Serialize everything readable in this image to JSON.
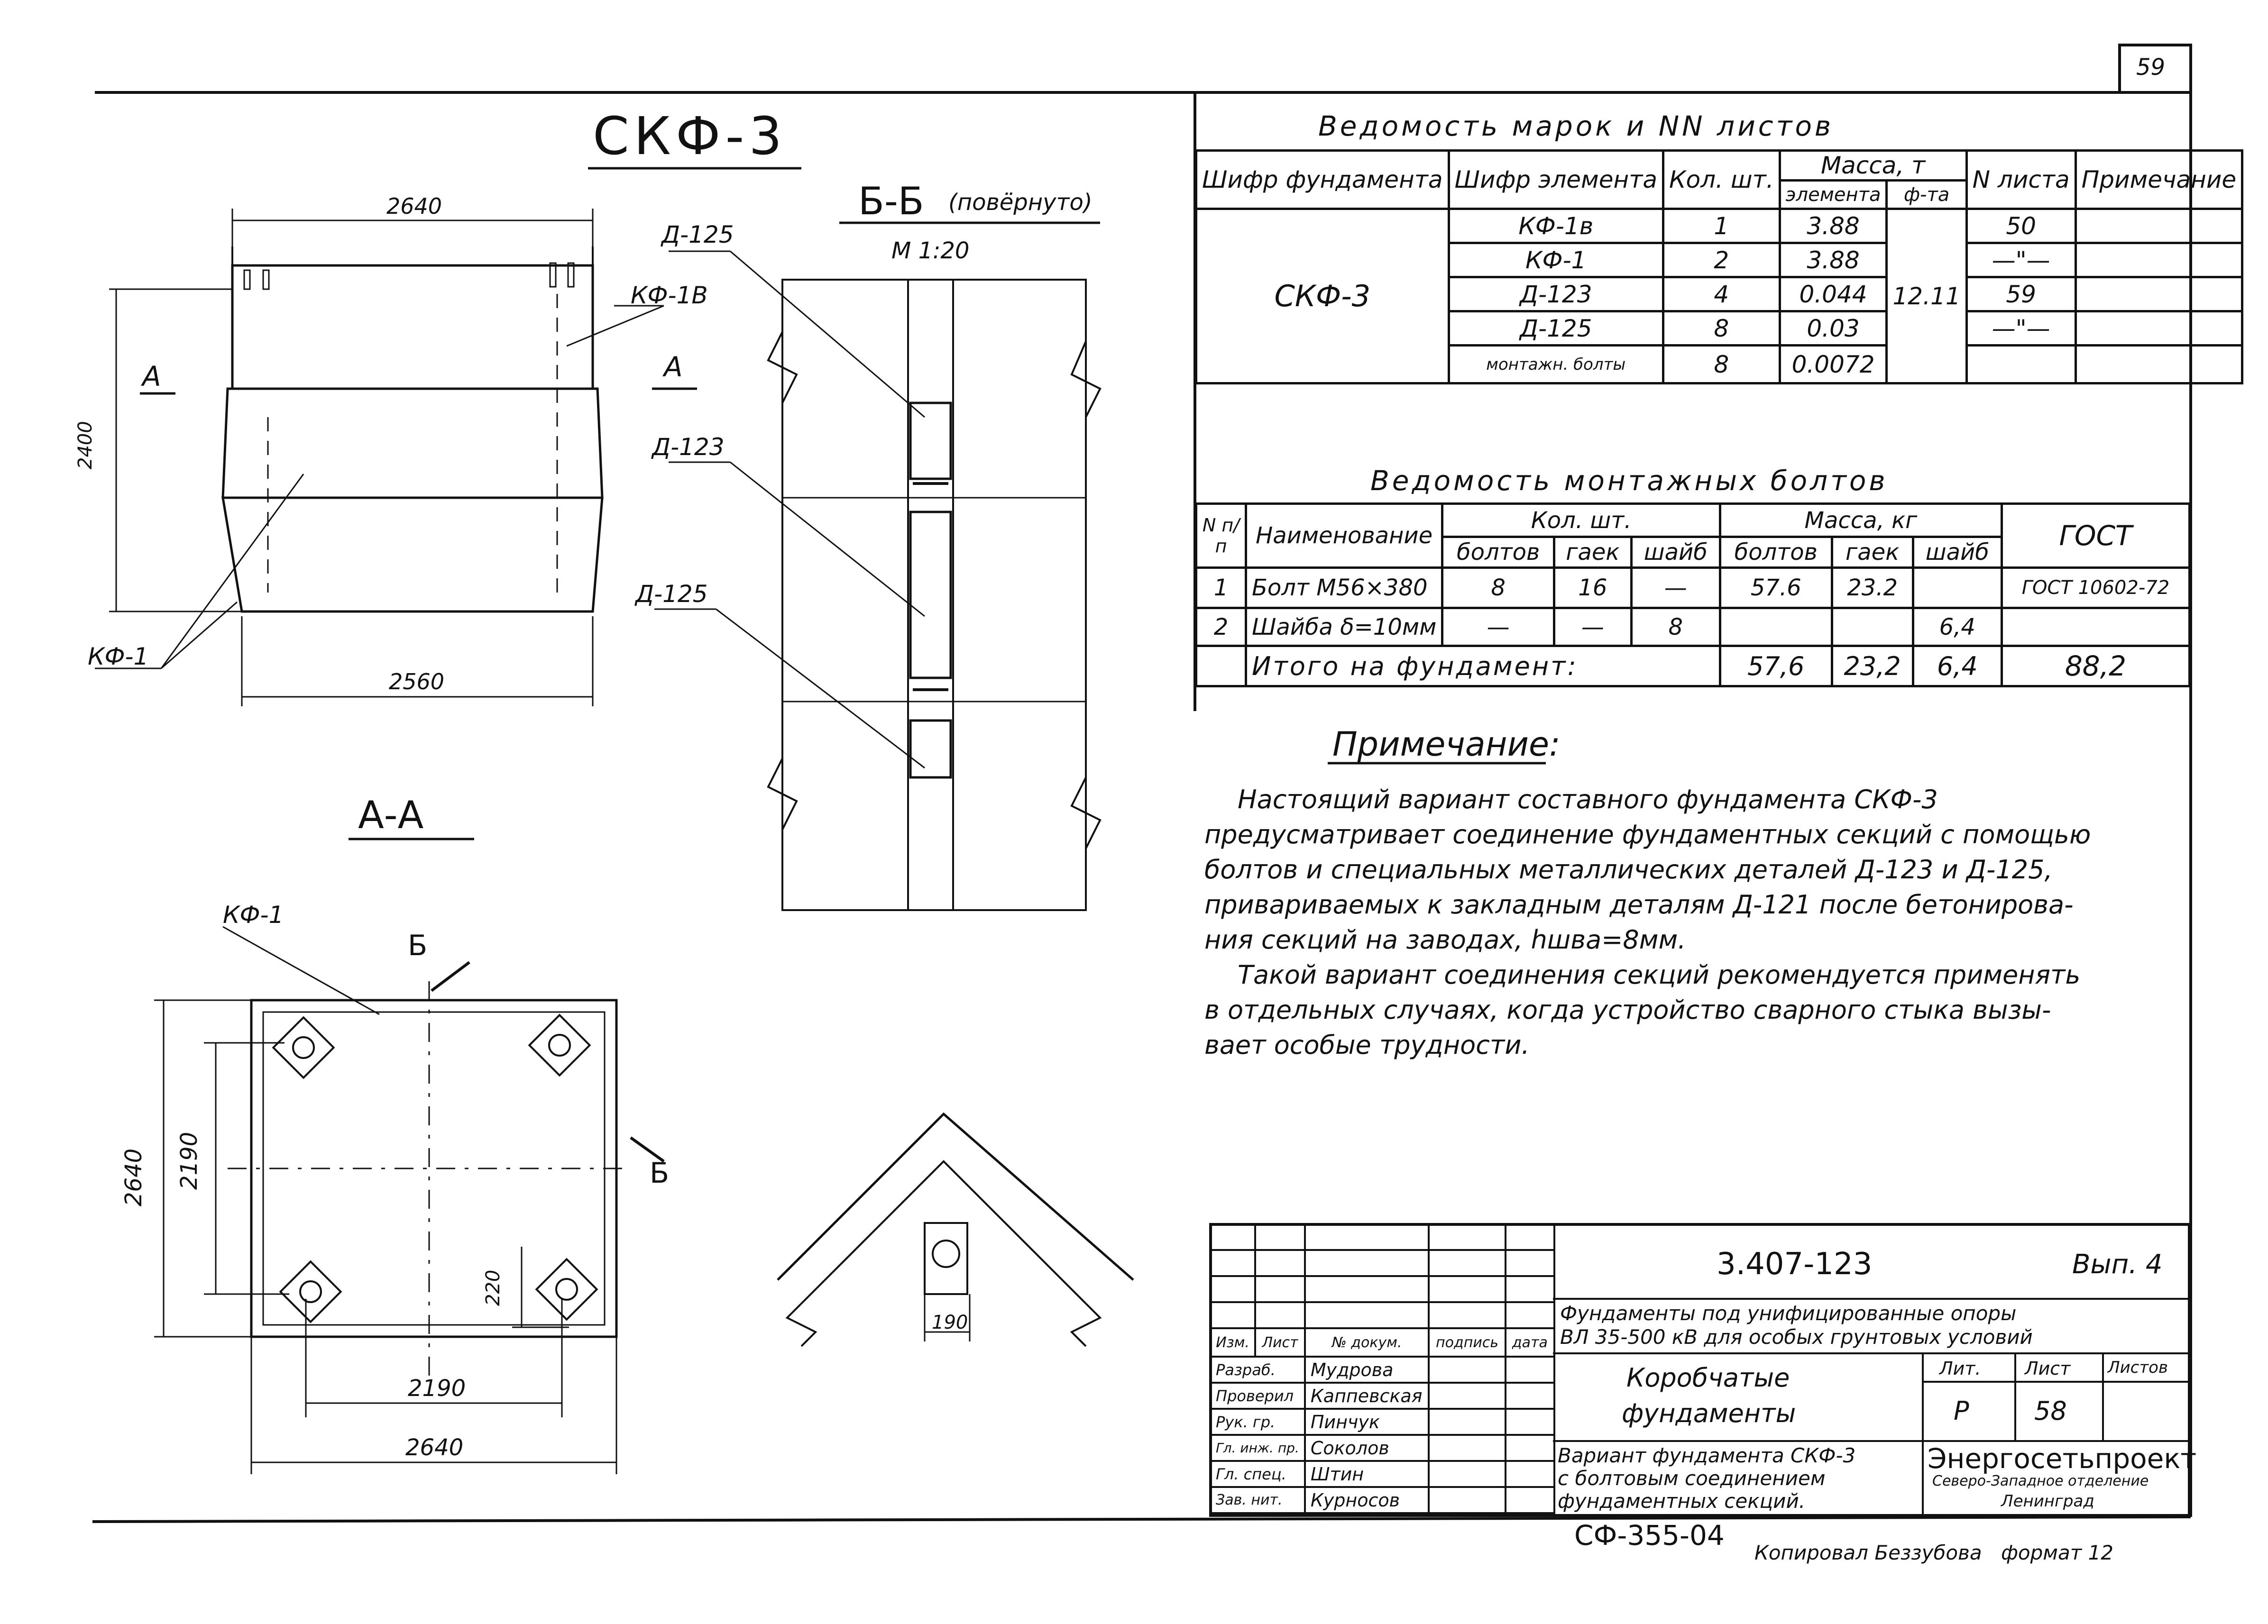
{
  "sheet": {
    "page_number": "59",
    "drawing_title": "СКФ-3"
  },
  "elevation": {
    "dim_top": "2640",
    "dim_bottom": "2560",
    "dim_height": "2400",
    "section_mark": "А",
    "label_kf1v": "КФ-1В",
    "label_kf1": "КФ-1"
  },
  "section_bb": {
    "title": "Б-Б",
    "rotated_note": "(повёрнуто)",
    "scale": "М 1:20",
    "label_d125_top": "Д-125",
    "label_d123": "Д-123",
    "label_d125_bottom": "Д-125"
  },
  "plan": {
    "title": "А-А",
    "label_kf1": "КФ-1",
    "section_mark": "Б",
    "dim_outer_h": "2640",
    "dim_inner_h": "2190",
    "dim_inner_w": "2190",
    "dim_outer_w": "2640",
    "dim_220": "220"
  },
  "detail": {
    "dim_190": "190"
  },
  "marks_table": {
    "title": "Ведомость марок и NN листов",
    "headers": {
      "foundation_code": "Шифр фундамента",
      "element_code": "Шифр элемента",
      "qty": "Кол. шт.",
      "mass": "Масса, т",
      "mass_element": "элемента",
      "mass_foundation": "ф-та",
      "sheet_no": "N листа",
      "note": "Примечание"
    },
    "foundation": "СКФ-3",
    "foundation_mass": "12.11",
    "rows": [
      {
        "element": "КФ-1в",
        "qty": "1",
        "mass": "3.88",
        "sheet": "50"
      },
      {
        "element": "КФ-1",
        "qty": "2",
        "mass": "3.88",
        "sheet": "—\"—"
      },
      {
        "element": "Д-123",
        "qty": "4",
        "mass": "0.044",
        "sheet": "59"
      },
      {
        "element": "Д-125",
        "qty": "8",
        "mass": "0.03",
        "sheet": "—\"—"
      },
      {
        "element": "монтажн. болты",
        "qty": "8",
        "mass": "0.0072",
        "sheet": ""
      }
    ]
  },
  "bolts_table": {
    "title": "Ведомость монтажных болтов",
    "headers": {
      "num": "N п/п",
      "name": "Наименование",
      "qty": "Кол. шт.",
      "bolts": "болтов",
      "nuts": "гаек",
      "washers": "шайб",
      "mass": "Масса, кг",
      "gost": "ГОСТ"
    },
    "rows": [
      {
        "num": "1",
        "name": "Болт М56×380",
        "q_bolts": "8",
        "q_nuts": "16",
        "q_washers": "—",
        "m_bolts": "57.6",
        "m_nuts": "23.2",
        "m_washers": "",
        "gost": "ГОСТ 10602-72"
      },
      {
        "num": "2",
        "name": "Шайба δ=10мм",
        "q_bolts": "—",
        "q_nuts": "—",
        "q_washers": "8",
        "m_bolts": "",
        "m_nuts": "",
        "m_washers": "6,4",
        "gost": ""
      }
    ],
    "total": {
      "label": "Итого на фундамент:",
      "m_bolts": "57,6",
      "m_nuts": "23,2",
      "m_washers": "6,4",
      "m_total": "88,2"
    }
  },
  "note": {
    "heading": "Примечание:",
    "lines": [
      "Настоящий вариант составного фундамента СКФ-3",
      "предусматривает соединение фундаментных секций с помощью",
      "болтов и специальных металлических деталей Д-123 и Д-125,",
      "привариваемых к закладным деталям Д-121 после бетонирова-",
      "ния секций на заводах, hшва=8мм.",
      "Такой вариант соединения секций рекомендуется применять",
      "в отдельных случаях, когда устройство сварного стыка вызы-",
      "вает особые трудности."
    ]
  },
  "title_block": {
    "code": "3.407-123",
    "issue": "Вып. 4",
    "project_title_1": "Фундаменты под унифицированные опоры",
    "project_title_2": "ВЛ 35-500 кВ для особых грунтовых условий",
    "sheet_title_1": "Коробчатые",
    "sheet_title_2": "фундаменты",
    "desc_1": "Вариант фундамента СКФ-3",
    "desc_2": "с болтовым соединением",
    "desc_3": "фундаментных секций.",
    "col_change": "Изм.",
    "col_sheet": "Лист",
    "col_doc": "№ докум.",
    "col_sign": "подпись",
    "col_date": "дата",
    "lit_label": "Лит.",
    "sheet_label": "Лист",
    "sheets_label": "Листов",
    "lit_value": "Р",
    "sheet_value": "58",
    "org": "Энергосетьпроект",
    "org_sub": "Северо-Западное отделение",
    "city": "Ленинград",
    "signatures": [
      {
        "role": "Разраб.",
        "name": "Мудрова"
      },
      {
        "role": "Проверил",
        "name": "Каппевская"
      },
      {
        "role": "Рук. гр.",
        "name": "Пинчук"
      },
      {
        "role": "Гл. инж. пр.",
        "name": "Соколов"
      },
      {
        "role": "Гл. спец.",
        "name": "Штин"
      },
      {
        "role": "Зав. нит.",
        "name": "Курносов"
      }
    ],
    "doc_code": "СФ-355-04",
    "copied": "Копировал Беззубова",
    "format": "формат 12"
  }
}
